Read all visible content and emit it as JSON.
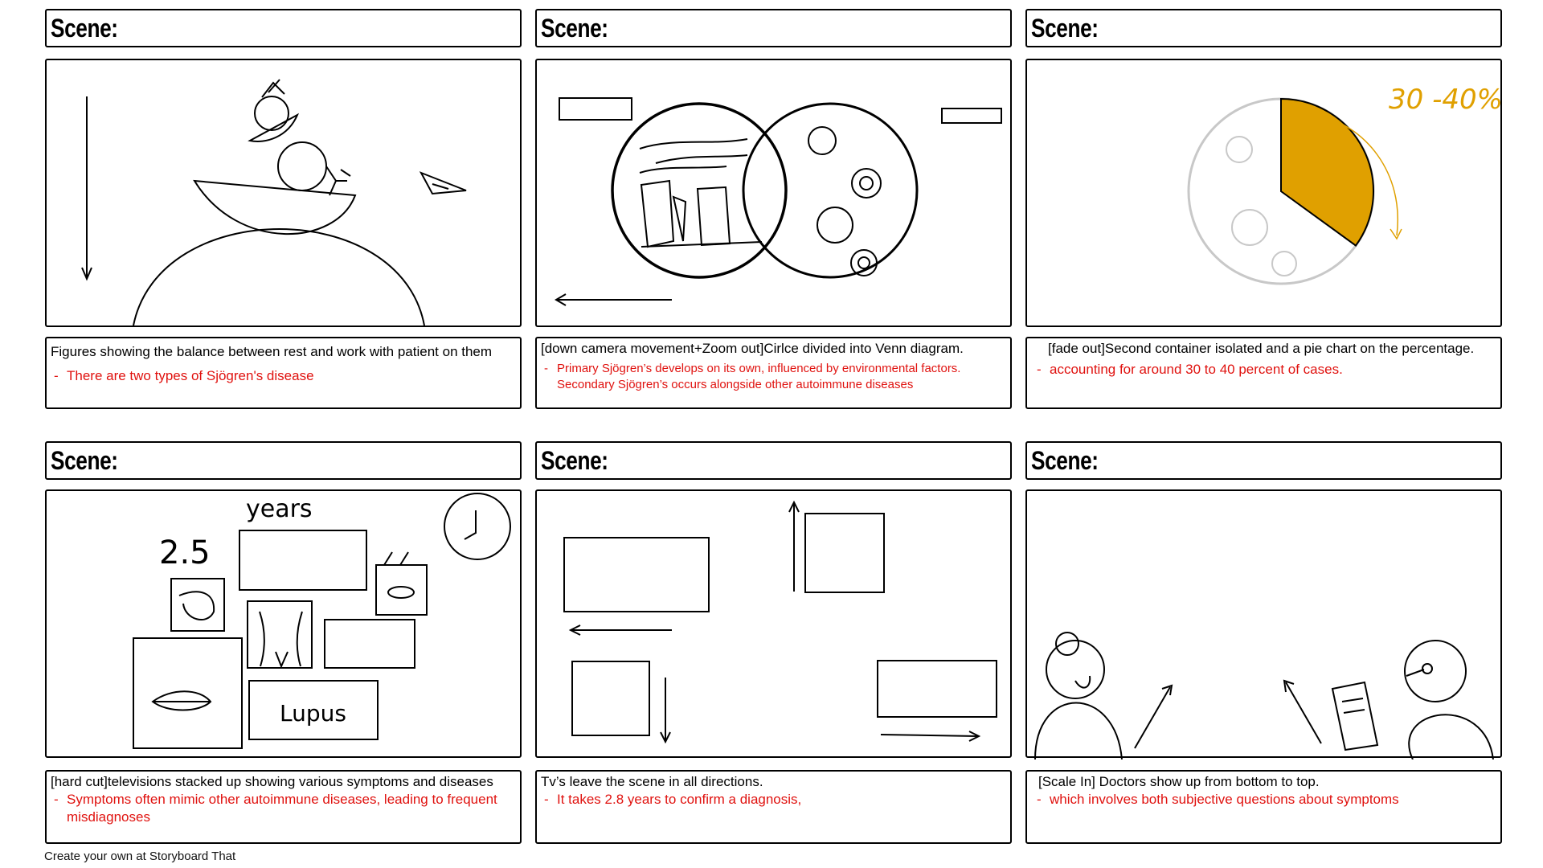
{
  "scene_label": "Scene:",
  "panels": [
    {
      "description": "Figures showing the balance between rest and work with patient on them",
      "narration": "There are two types of Sjögren's disease"
    },
    {
      "description": "[down camera movement+Zoom out]Cirlce divided into Venn diagram.",
      "narration": "Primary Sjögren’s develops on its own, influenced by environmental factors. Secondary Sjögren’s occurs alongside other autoimmune diseases"
    },
    {
      "description": "[fade out]Second container isolated and a pie chart on the percentage.",
      "narration": "accounting for around 30 to 40 percent of cases.",
      "sketch_note": "30 -40%",
      "pie_fraction": 0.35,
      "pie_color": "#e0a000"
    },
    {
      "description": "[hard cut]televisions stacked up showing various symptoms and diseases",
      "narration": "Symptoms often mimic other autoimmune diseases, leading to frequent misdiagnoses",
      "sketch_years_value": "2.5",
      "sketch_years_label": "years",
      "sketch_lupus": "Lupus"
    },
    {
      "description": "Tv’s leave the scene in all directions.",
      "narration": "It takes 2.8 years to confirm a diagnosis,"
    },
    {
      "description": "[Scale In] Doctors show up from bottom to top.",
      "narration": "which involves both subjective questions about symptoms"
    }
  ],
  "narration_bullet": "-",
  "footer": "Create your own at Storyboard That",
  "colors": {
    "narration": "#e0120f",
    "accent": "#e0a000"
  }
}
